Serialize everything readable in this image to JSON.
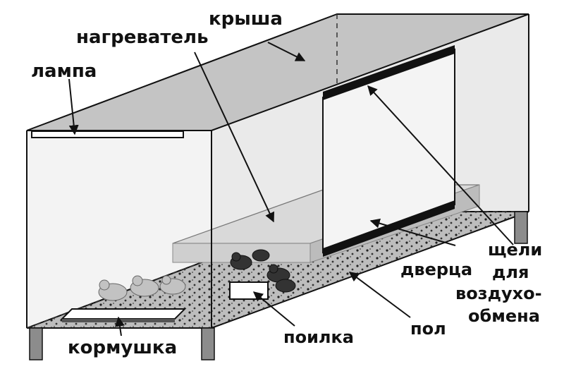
{
  "labels": {
    "roof": "крыша",
    "heater": "нагреватель",
    "lamp": "лампа",
    "vents_1": "щели",
    "vents_2": "для",
    "vents_3": "воздухо-",
    "vents_4": "обмена",
    "door": "дверца",
    "floor": "пол",
    "waterer": "поилка",
    "feeder": "кормушка"
  }
}
